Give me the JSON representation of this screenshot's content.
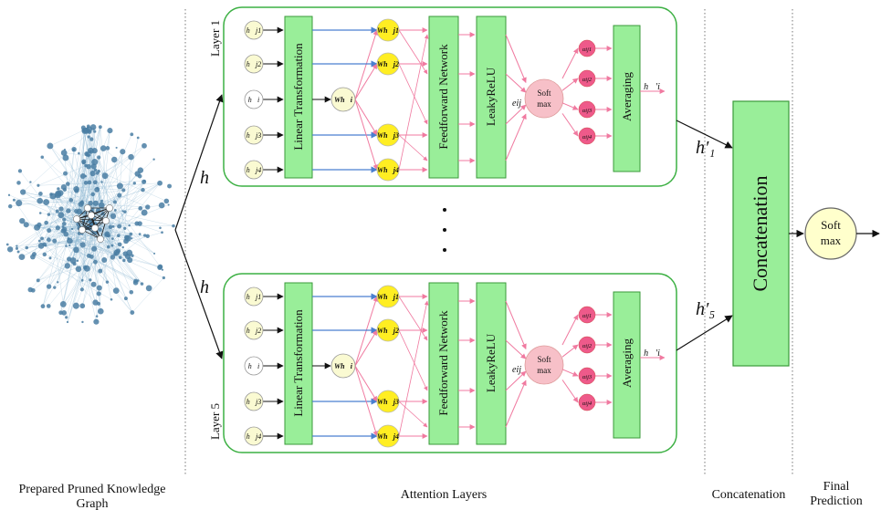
{
  "sections": {
    "graph": "Prepared Pruned Knowledge Graph",
    "attention": "Attention Layers",
    "concat": "Concatenation",
    "final": "Final Prediction"
  },
  "edge_labels": {
    "h_top": "h",
    "h_bottom": "h",
    "h1_prime": "h′₁",
    "h5_prime": "h′₅"
  },
  "layers": [
    {
      "label": "Layer 1",
      "neighbors": [
        "h⃗j1",
        "h⃗j2",
        "h⃗i",
        "h⃗j3",
        "h⃗j4"
      ],
      "linear": "Linear Transformation",
      "center_node": "Wh⃗i",
      "weighted": [
        "Wh⃗j1",
        "Wh⃗j2",
        "Wh⃗j3",
        "Wh⃗j4"
      ],
      "ffn": "Feedforward Network",
      "relu": "LeakyReLU",
      "eij": "eij",
      "softmax_top": "Soft",
      "softmax_bot": "max",
      "alphas": [
        "αij1",
        "αij2",
        "αij3",
        "αij4"
      ],
      "averaging": "Averaging",
      "output": "h⃗′i"
    },
    {
      "label": "Layer 5",
      "neighbors": [
        "h⃗j1",
        "h⃗j2",
        "h⃗i",
        "h⃗j3",
        "h⃗j4"
      ],
      "linear": "Linear Transformation",
      "center_node": "Wh⃗i",
      "weighted": [
        "Wh⃗j1",
        "Wh⃗j2",
        "Wh⃗j3",
        "Wh⃗j4"
      ],
      "ffn": "Feedforward Network",
      "relu": "LeakyReLU",
      "eij": "eij",
      "softmax_top": "Soft",
      "softmax_bot": "max",
      "alphas": [
        "αij1",
        "αij2",
        "αij3",
        "αij4"
      ],
      "averaging": "Averaging",
      "output": "h⃗′i"
    }
  ],
  "concatenation_box": "Concatenation",
  "final_softmax_top": "Soft",
  "final_softmax_bot": "max",
  "ellipsis": "⋮",
  "colors": {
    "panel_border": "#3cb043",
    "green_fill": "#99ee99",
    "green_stroke": "#3a9a3a",
    "yellow": "#ffee22",
    "cream": "#fafad2",
    "pink": "#ee5a8a",
    "pink_light": "#f7c0c8",
    "blue_arrow": "#4a7fd0",
    "pink_arrow": "#f07aa0",
    "graph_node": "#4a7ea3"
  }
}
